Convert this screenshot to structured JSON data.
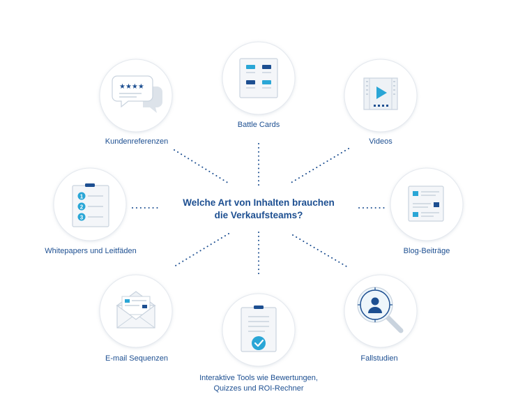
{
  "center": {
    "line1": "Welche Art von Inhalten brauchen",
    "line2": "die Verkaufsteams?"
  },
  "items": {
    "battle_cards": {
      "label": "Battle Cards",
      "icon": "battle-cards-icon"
    },
    "kundenreferenzen": {
      "label": "Kundenreferenzen",
      "icon": "testimonial-chat-icon"
    },
    "videos": {
      "label": "Videos",
      "icon": "video-player-icon"
    },
    "whitepapers": {
      "label": "Whitepapers und Leitfäden",
      "icon": "numbered-checklist-icon"
    },
    "blog": {
      "label": "Blog-Beiträge",
      "icon": "blog-post-icon"
    },
    "email": {
      "label": "E-mail Sequenzen",
      "icon": "email-envelope-icon"
    },
    "tools": {
      "label_line1": "Interaktive Tools wie Bewertungen,",
      "label_line2": "Quizzes und ROI-Rechner",
      "icon": "checked-clipboard-icon"
    },
    "fallstudien": {
      "label": "Fallstudien",
      "icon": "magnifier-person-icon"
    }
  },
  "colors": {
    "dark_blue": "#1d4f91",
    "light_blue": "#2aa6d6",
    "grey_line": "#c9d3de",
    "circle_border": "#e4e8ee"
  }
}
